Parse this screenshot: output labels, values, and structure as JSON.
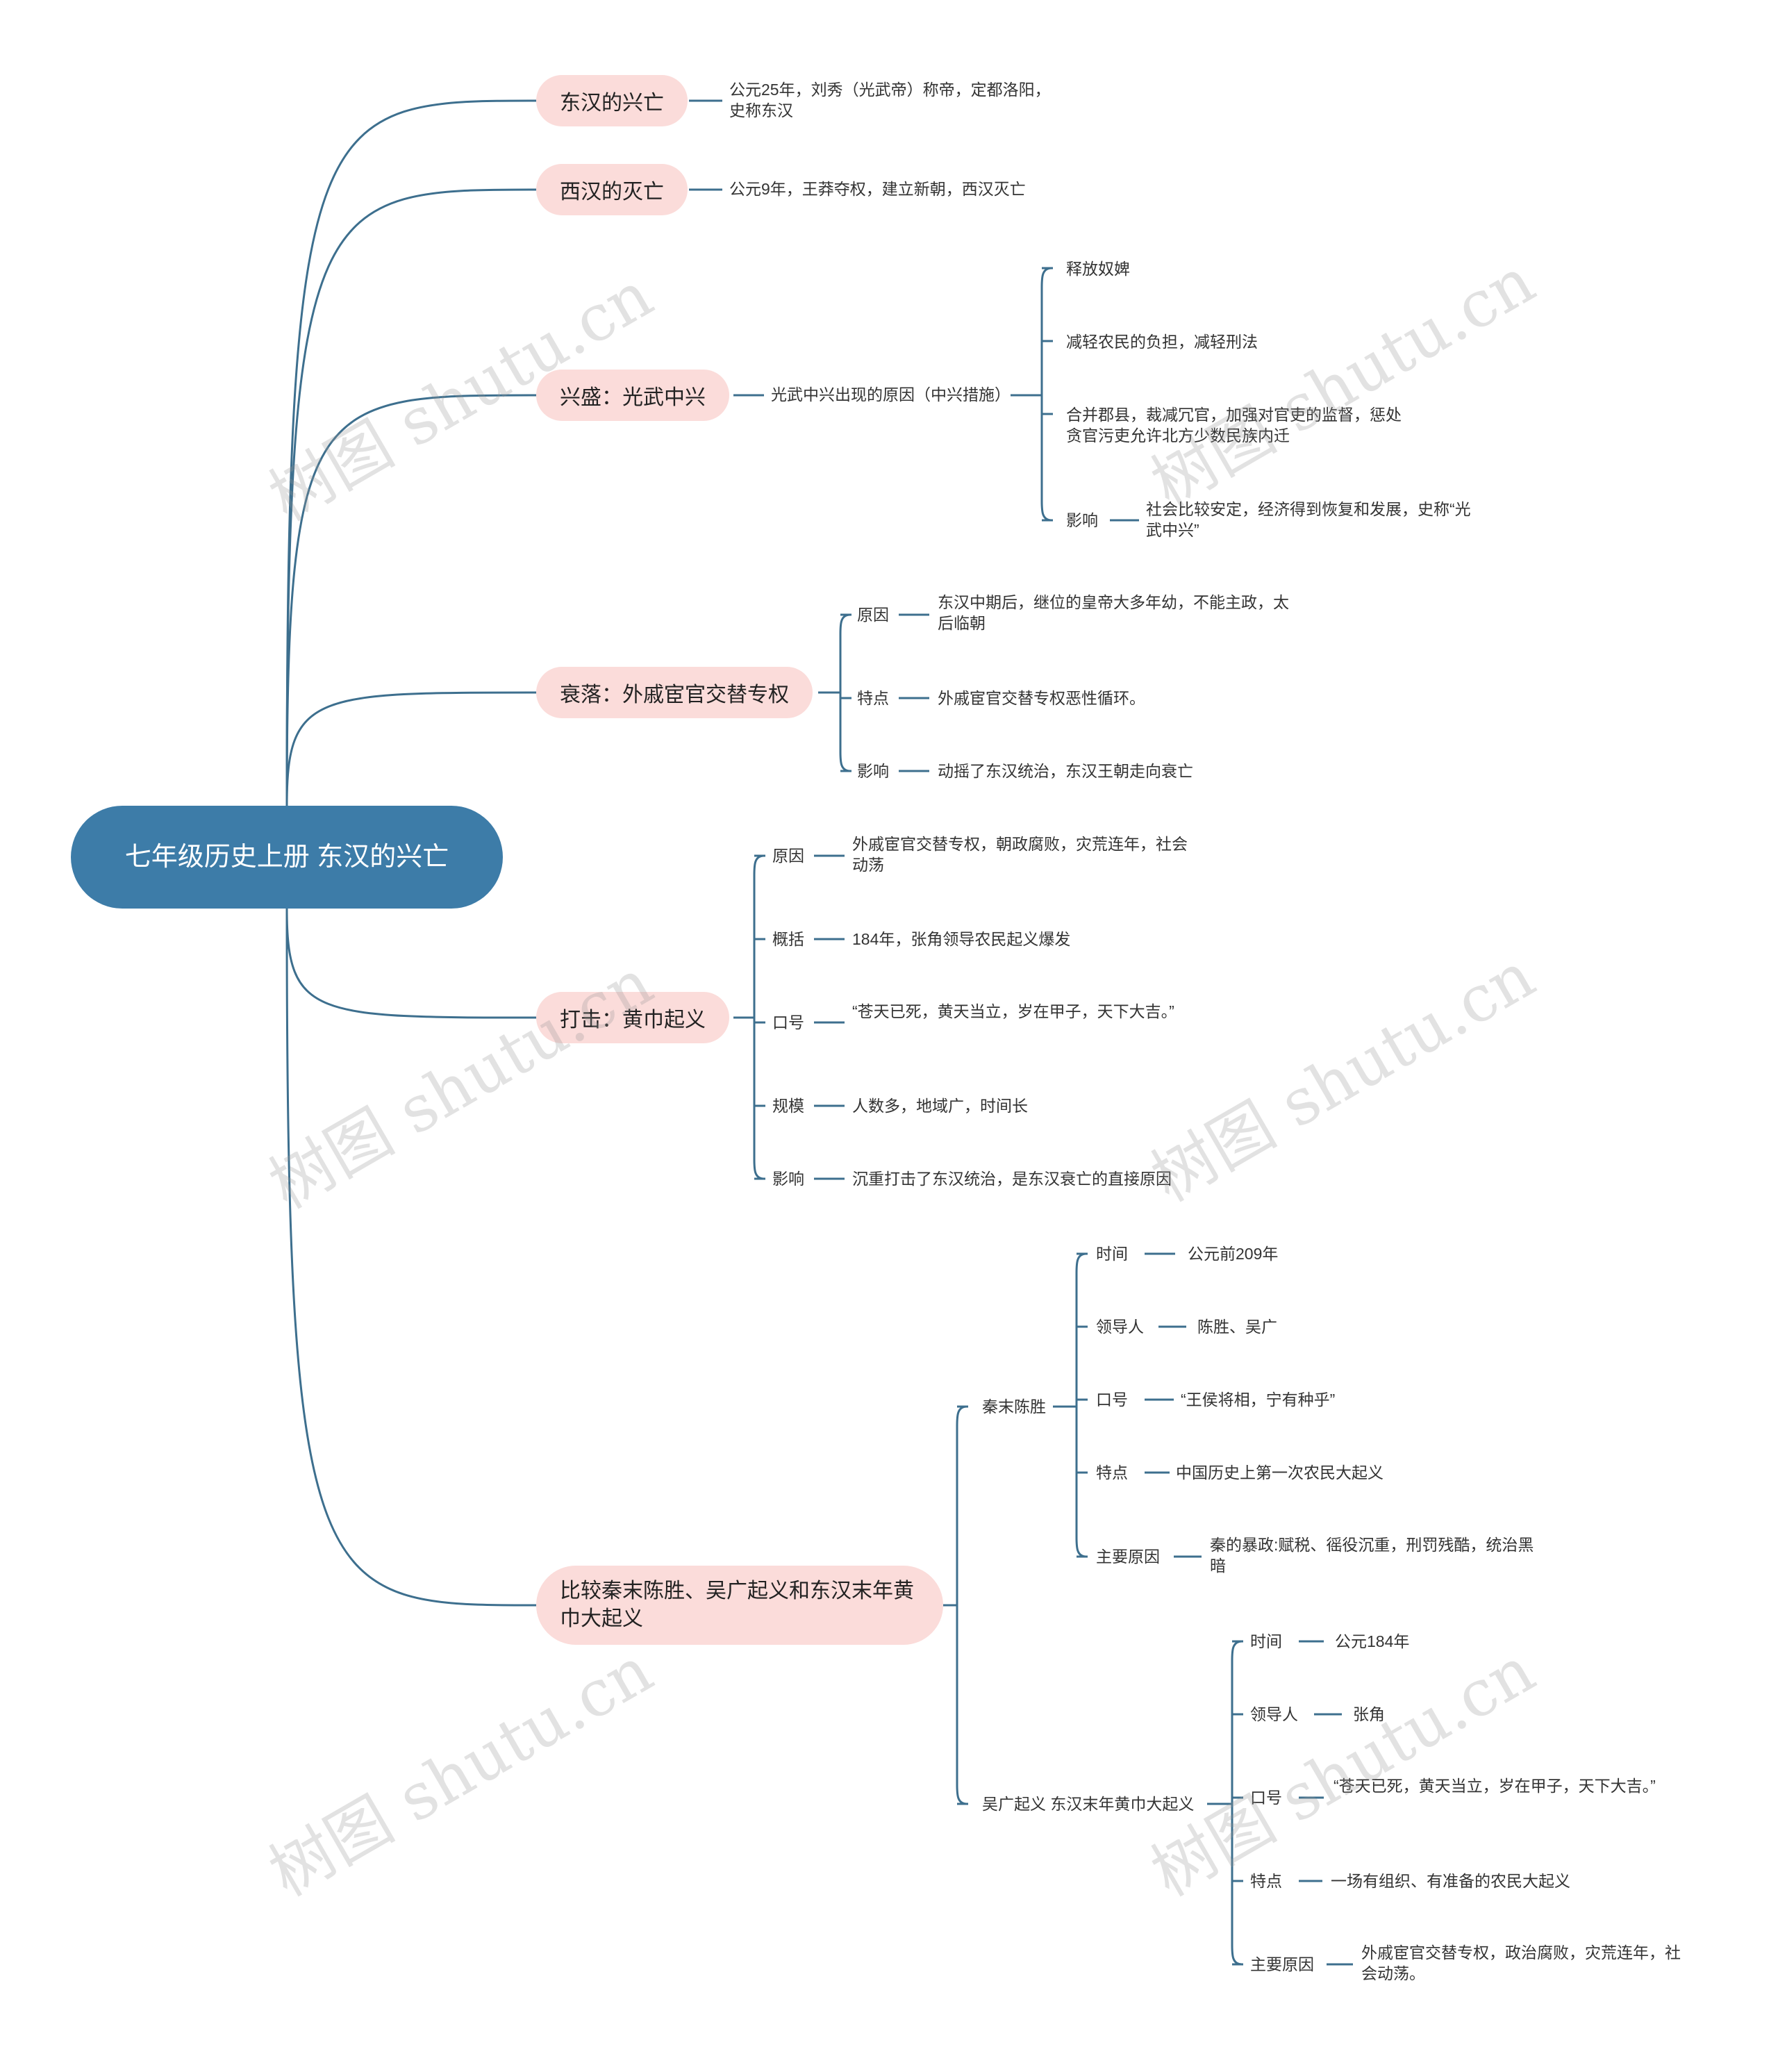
{
  "root": {
    "title": "七年级历史上册  东汉的兴亡"
  },
  "branches": [
    {
      "label": "东汉的兴亡",
      "leaf": "公元25年，刘秀（光武帝）称帝，定都洛阳，史称东汉"
    },
    {
      "label": "西汉的灭亡",
      "leaf": "公元9年，王莽夺权，建立新朝，西汉灭亡"
    },
    {
      "label": "兴盛：光武中兴",
      "sub": "光武中兴出现的原因（中兴措施）",
      "items": [
        "释放奴婢",
        "减轻农民的负担，减轻刑法",
        "合并郡县，裁减冗官，加强对官吏的监督，惩处贪官污吏允许北方少数民族内迁"
      ],
      "effect": {
        "label": "影响",
        "text": "社会比较安定，经济得到恢复和发展，史称“光武中兴”"
      }
    },
    {
      "label": "衰落：外戚宦官交替专权",
      "items": [
        {
          "label": "原因",
          "text": "东汉中期后，继位的皇帝大多年幼，不能主政，太后临朝"
        },
        {
          "label": "特点",
          "text": "外戚宦官交替专权恶性循环。"
        },
        {
          "label": "影响",
          "text": "动摇了东汉统治，东汉王朝走向衰亡"
        }
      ]
    },
    {
      "label": "打击：黄巾起义",
      "items": [
        {
          "label": "原因",
          "text": "外戚宦官交替专权，朝政腐败，灾荒连年，社会动荡"
        },
        {
          "label": "概括",
          "text": "184年，张角领导农民起义爆发"
        },
        {
          "label": "口号",
          "text": "“苍天已死，黄天当立，岁在甲子，天下大吉。”"
        },
        {
          "label": "规模",
          "text": "人数多，地域广，时间长"
        },
        {
          "label": "影响",
          "text": "沉重打击了东汉统治，是东汉衰亡的直接原因"
        }
      ]
    },
    {
      "label": "比较秦末陈胜、吴广起义和东汉末年黄巾大起义",
      "groups": [
        {
          "label": "秦末陈胜",
          "items": [
            {
              "label": "时间",
              "text": "公元前209年"
            },
            {
              "label": "领导人",
              "text": "陈胜、吴广"
            },
            {
              "label": "口号",
              "text": "“王侯将相，宁有种乎”"
            },
            {
              "label": "特点",
              "text": "中国历史上第一次农民大起义"
            },
            {
              "label": "主要原因",
              "text": "秦的暴政:赋税、徭役沉重，刑罚残酷，统治黑暗"
            }
          ]
        },
        {
          "label": "吴广起义 东汉末年黄巾大起义",
          "items": [
            {
              "label": "时间",
              "text": "公元184年"
            },
            {
              "label": "领导人",
              "text": "张角"
            },
            {
              "label": "口号",
              "text": "“苍天已死，黄天当立，岁在甲子，天下大吉。”"
            },
            {
              "label": "特点",
              "text": "一场有组织、有准备的农民大起义"
            },
            {
              "label": "主要原因",
              "text": "外戚宦官交替专权，政治腐败，灾荒连年，社会动荡。"
            }
          ]
        }
      ]
    }
  ],
  "watermark": "树图 shutu.cn",
  "colors": {
    "root": "#3d7ca8",
    "branch": "#fbdcda",
    "line": "#3d6f8e"
  }
}
